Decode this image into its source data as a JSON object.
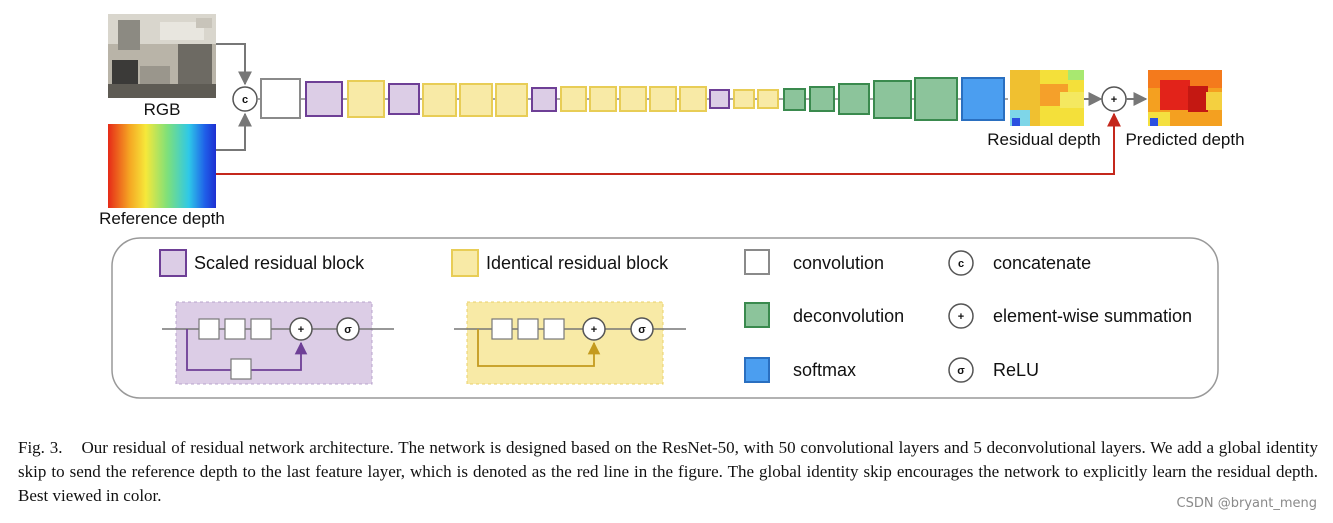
{
  "diagram": {
    "labels": {
      "rgb": "RGB",
      "reference_depth": "Reference depth",
      "residual_depth": "Residual depth",
      "predicted_depth": "Predicted depth"
    },
    "concat_symbol": "c",
    "sum_symbol": "+",
    "relu_symbol": "σ"
  },
  "legend": {
    "scaled_residual_block": "Scaled residual block",
    "identical_residual_block": "Identical residual block",
    "convolution": "convolution",
    "deconvolution": "deconvolution",
    "softmax": "softmax",
    "concatenate": "concatenate",
    "element_wise_summation": "element-wise summation",
    "relu": "ReLU"
  },
  "colors": {
    "scaled_fill": "#dccde6",
    "scaled_stroke": "#6e3f96",
    "identical_fill": "#f8eaa6",
    "identical_stroke": "#e8cd56",
    "deconv_fill": "#8cc49b",
    "deconv_stroke": "#3a8a4e",
    "softmax_fill": "#4b9ef0",
    "softmax_stroke": "#2a6fc0",
    "skip_line": "#c4281c",
    "scaled_path": "#6e3f96",
    "identical_path": "#c49a1e"
  },
  "caption": {
    "lead": "Fig. 3.",
    "text": "Our residual of residual network architecture. The network is designed based on the ResNet-50, with 50 convolutional layers and 5 deconvolutional layers. We add a global identity skip to send the reference depth to the last feature layer, which is denoted as the red line in the figure. The global identity skip encourages the network to explicitly learn the residual depth. Best viewed in color."
  },
  "watermark": "CSDN @bryant_meng"
}
